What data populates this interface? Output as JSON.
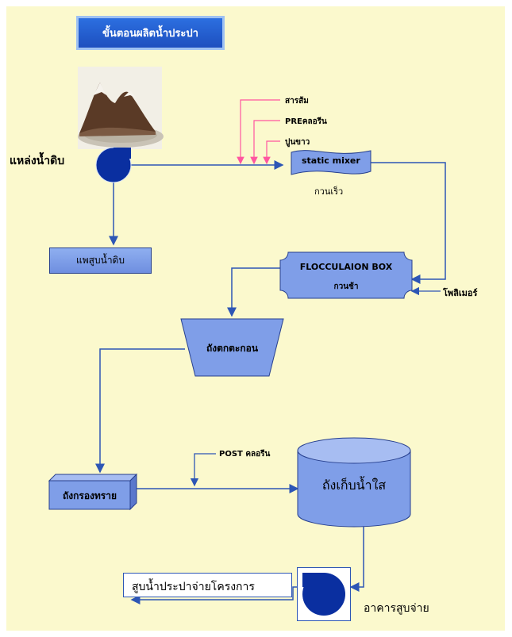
{
  "title": "ขั้นตอนผลิตน้ำประปา",
  "source": {
    "label": "แหล่งน้ำดิบ",
    "image": "mountain-reservoir"
  },
  "chemicals": [
    "สารส้ม",
    "PREคลอรีน",
    "ปูนขาว"
  ],
  "static_mixer": {
    "label": "static mixer",
    "caption": "กวนเร็ว"
  },
  "raw_pump": {
    "label": "แพสูบน้ำดิบ"
  },
  "floc_box": {
    "line1": "FLOCCULAION BOX",
    "line2": "กวนช้า"
  },
  "polymer": {
    "label": "โพลิเมอร์"
  },
  "sediment_tank": {
    "label": "ถังตกตะกอน"
  },
  "sand_filter": {
    "label": "ถังกรองทราย"
  },
  "post_chlorine": {
    "label": "POST คลอรีน"
  },
  "clear_tank": {
    "label": "ถังเก็บน้ำใส"
  },
  "distribution": {
    "label": "สูบน้ำประปาจ่ายโครงการ"
  },
  "pump_house": {
    "label": "อาคารสูบจ่าย"
  },
  "colors": {
    "flow_line": "#2d56b5",
    "chem_line": "#ff55a0",
    "box_fill": "#7f9ee8",
    "pump": "#0a2fa0",
    "background": "#fbf9cd"
  }
}
